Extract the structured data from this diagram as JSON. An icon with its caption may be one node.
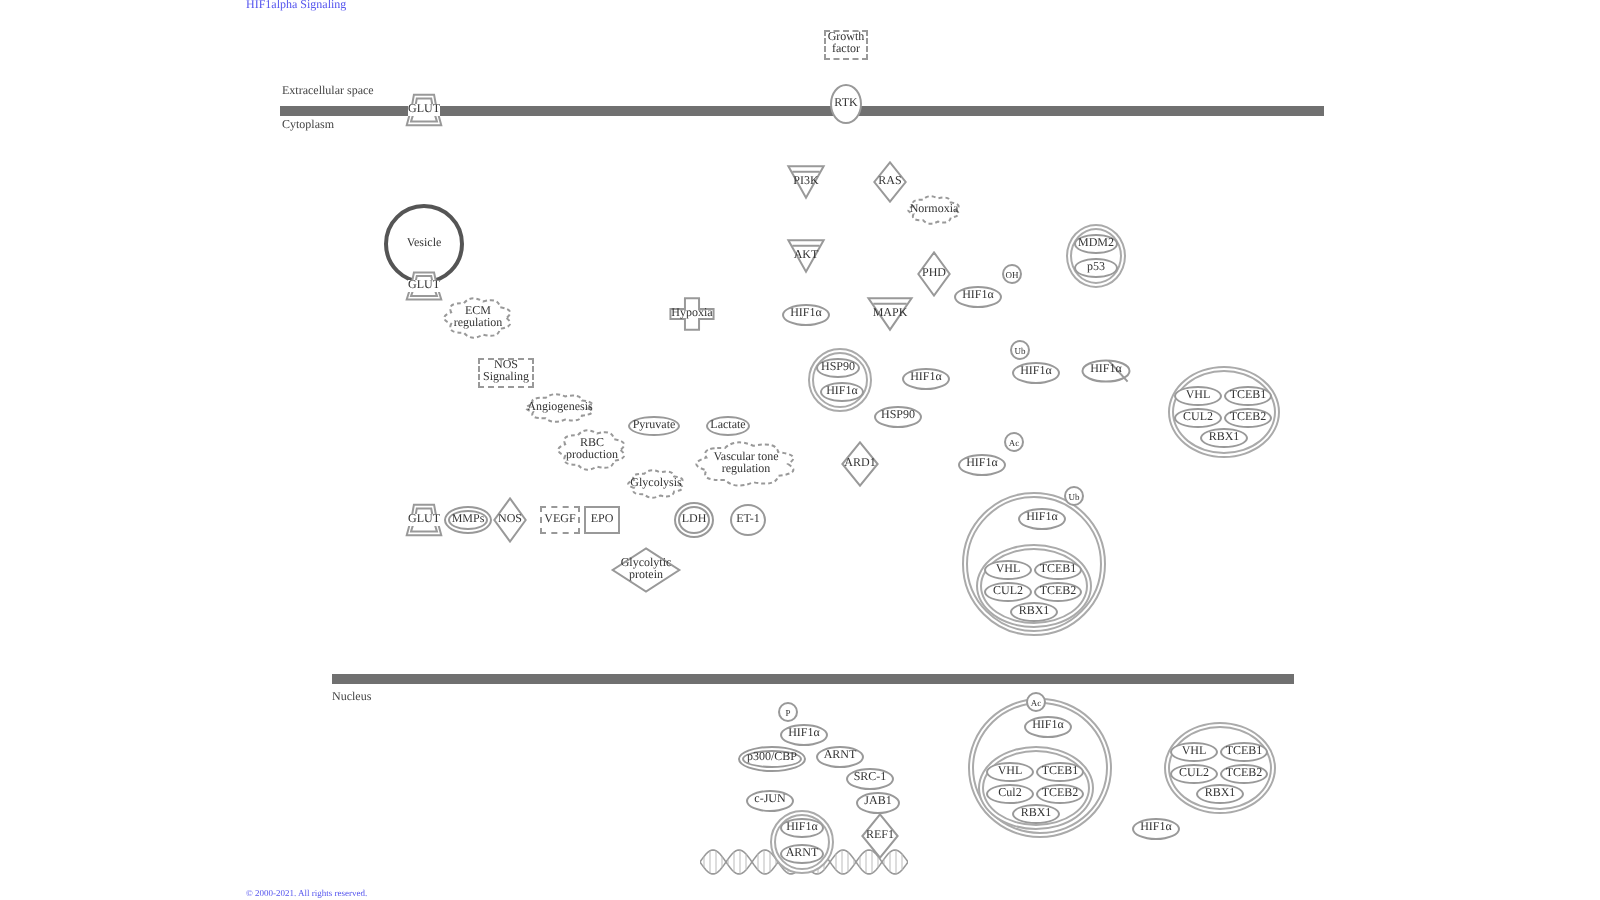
{
  "diagram": {
    "title": "HIF1alpha Signaling",
    "nodes": [
      {
        "text": [
          "Growth factor"
        ]
      },
      {
        "text": [
          "GLUT"
        ]
      },
      {
        "text": [
          "RTK"
        ]
      },
      {
        "text": [
          "PI3K"
        ]
      },
      {
        "text": [
          "RAS"
        ]
      },
      {
        "text": [
          "Normoxia"
        ]
      },
      {
        "text": [
          "Vesicle"
        ]
      },
      {
        "text": [],
        "shape": "circle"
      },
      {
        "text": [
          "MDM2"
        ],
        "in": 7
      },
      {
        "text": [
          "p53"
        ],
        "in": 7
      },
      {
        "text": [
          "AKT"
        ]
      },
      {
        "text": [
          "PHD"
        ]
      },
      {
        "text": [
          "GLUT"
        ]
      },
      {
        "text": [
          "OH"
        ]
      },
      {
        "text": [
          "HIF1α"
        ]
      },
      {
        "text": [
          "ECM regulation"
        ]
      },
      {
        "text": [
          "Hypoxia"
        ]
      },
      {
        "text": [
          "HIF1α"
        ]
      },
      {
        "text": [
          "MAPK"
        ]
      },
      {
        "text": [
          "Ub"
        ]
      },
      {
        "text": [
          "NOS Signaling"
        ]
      },
      {
        "text": [],
        "shape": "circle"
      },
      {
        "text": [
          "HSP90"
        ],
        "in": 21
      },
      {
        "text": [
          "HIF1α"
        ],
        "in": 21
      },
      {
        "text": [
          "HIF1α"
        ]
      },
      {
        "text": [
          "HIF1α"
        ]
      },
      {
        "text": [
          "HIF1α"
        ]
      },
      {
        "text": [],
        "shape": "circle"
      },
      {
        "text": [
          "VHL"
        ],
        "in": 27
      },
      {
        "text": [
          "TCEB1"
        ],
        "in": 27
      },
      {
        "text": [
          "CUL2"
        ],
        "in": 27
      },
      {
        "text": [
          "TCEB2"
        ],
        "in": 27
      },
      {
        "text": [
          "RBX1"
        ],
        "in": 27
      },
      {
        "text": [
          "Angiogenesis"
        ]
      },
      {
        "text": [
          "HSP90"
        ]
      },
      {
        "text": [
          "Pyruvate"
        ]
      },
      {
        "text": [
          "Lactate"
        ]
      },
      {
        "text": [
          "RBC production"
        ]
      },
      {
        "text": [
          "Ac"
        ]
      },
      {
        "text": [
          "Vascular tone regulation"
        ]
      },
      {
        "text": [
          "ARD1"
        ]
      },
      {
        "text": [
          "HIF1α"
        ]
      },
      {
        "text": [
          "Glycolysis"
        ]
      },
      {
        "text": [],
        "shape": "circle"
      },
      {
        "text": [
          "Ub"
        ]
      },
      {
        "text": [
          "HIF1α"
        ],
        "in": 43
      },
      {
        "text": [],
        "shape": "circle",
        "in": 43
      },
      {
        "text": [
          "VHL"
        ],
        "in": 46
      },
      {
        "text": [
          "TCEB1"
        ],
        "in": 46
      },
      {
        "text": [
          "CUL2"
        ],
        "in": 46
      },
      {
        "text": [
          "TCEB2"
        ],
        "in": 46
      },
      {
        "text": [
          "RBX1"
        ],
        "in": 46
      },
      {
        "text": [
          "GLUT"
        ]
      },
      {
        "text": [
          "MMPs"
        ]
      },
      {
        "text": [
          "NOS"
        ]
      },
      {
        "text": [
          "VEGF"
        ]
      },
      {
        "text": [
          "EPO"
        ]
      },
      {
        "text": [
          "LDH"
        ]
      },
      {
        "text": [
          "ET-1"
        ]
      },
      {
        "text": [
          "Glycolytic protein"
        ]
      },
      {
        "text": [
          "P"
        ]
      },
      {
        "text": [
          "HIF1α"
        ]
      },
      {
        "text": [],
        "shape": "circle"
      },
      {
        "text": [
          "Ac"
        ]
      },
      {
        "text": [
          "HIF1α"
        ],
        "in": 62
      },
      {
        "text": [],
        "shape": "circle",
        "in": 62
      },
      {
        "text": [
          "VHL"
        ],
        "in": 65
      },
      {
        "text": [
          "TCEB1"
        ],
        "in": 65
      },
      {
        "text": [
          "Cul2"
        ],
        "in": 65
      },
      {
        "text": [
          "TCEB2"
        ],
        "in": 65
      },
      {
        "text": [
          "RBX1"
        ],
        "in": 65
      },
      {
        "text": [],
        "shape": "circle"
      },
      {
        "text": [
          "VHL"
        ],
        "in": 71
      },
      {
        "text": [
          "TCEB1"
        ],
        "in": 71
      },
      {
        "text": [
          "CUL2"
        ],
        "in": 71
      },
      {
        "text": [
          "TCEB2"
        ],
        "in": 71
      },
      {
        "text": [
          "RBX1"
        ],
        "in": 71
      },
      {
        "text": [
          "p300/CBP"
        ]
      },
      {
        "text": [
          "ARNT"
        ]
      },
      {
        "text": [
          "SRC-1"
        ]
      },
      {
        "text": [
          "c-JUN"
        ]
      },
      {
        "text": [
          "JAB1"
        ]
      },
      {
        "text": [
          "HIF1α"
        ]
      },
      {
        "text": [],
        "shape": "circle"
      },
      {
        "text": [
          "HIF1α"
        ],
        "in": 83
      },
      {
        "text": [
          "ARNT"
        ],
        "in": 83
      },
      {
        "text": [
          "REF1"
        ]
      }
    ],
    "labels": [
      "Extracellular space",
      "Cytoplasm",
      "Nucleus",
      "© 2000-2021. All rights reserved."
    ]
  }
}
